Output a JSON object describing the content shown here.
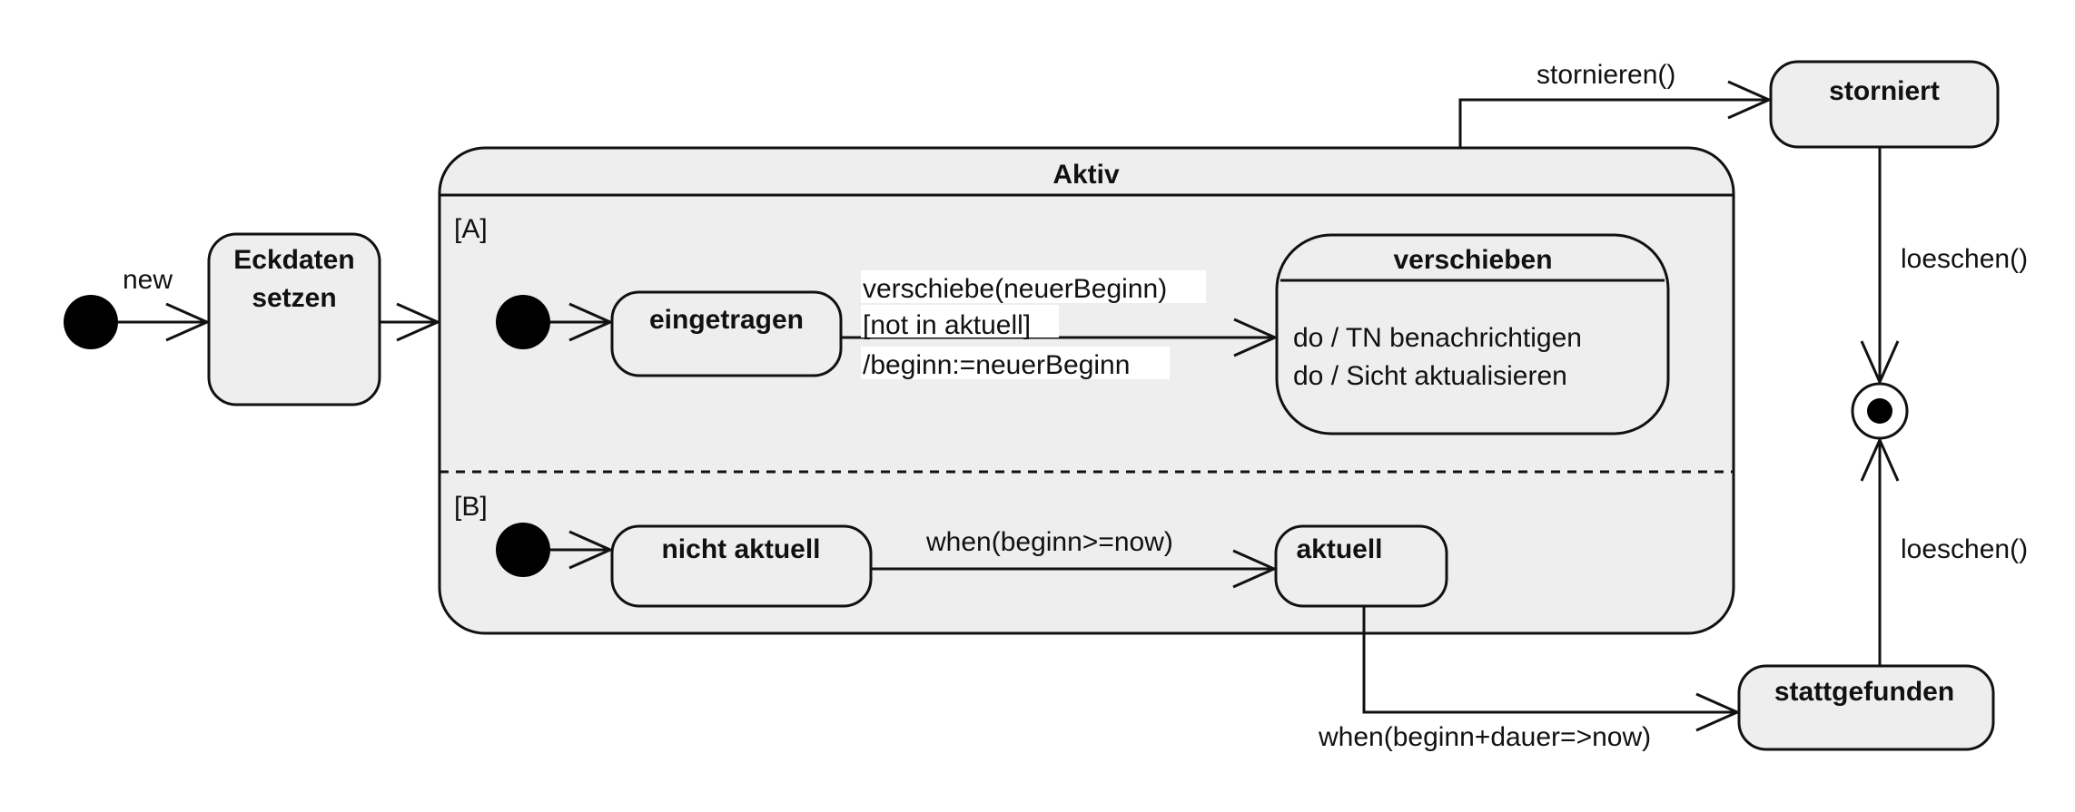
{
  "diagram": {
    "states": {
      "eckdaten_line1": "Eckdaten",
      "eckdaten_line2": "setzen",
      "aktiv": "Aktiv",
      "eingetragen": "eingetragen",
      "verschieben": "verschieben",
      "verschieben_do1": "do / TN benachrichtigen",
      "verschieben_do2": "do / Sicht aktualisieren",
      "nicht_aktuell": "nicht aktuell",
      "aktuell": "aktuell",
      "storniert": "storniert",
      "stattgefunden": "stattgefunden"
    },
    "regions": {
      "a": "[A]",
      "b": "[B]"
    },
    "transitions": {
      "new": "new",
      "verschiebe_line1": "verschiebe(neuerBeginn)",
      "verschiebe_line2": "[not in aktuell]",
      "verschiebe_line3": "/beginn:=neuerBeginn",
      "when_now": "when(beginn>=now)",
      "when_dauer": "when(beginn+dauer=>now)",
      "stornieren": "stornieren()",
      "loeschen_top": "loeschen()",
      "loeschen_bottom": "loeschen()"
    }
  }
}
